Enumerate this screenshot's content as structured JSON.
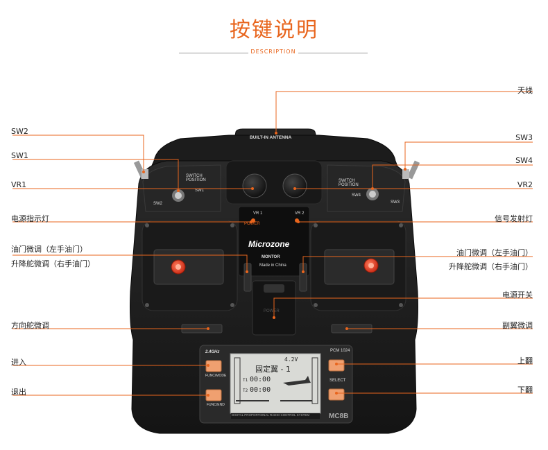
{
  "header": {
    "title_light": "按键",
    "title_bold": "说明",
    "subtitle": "DESCRIPTION"
  },
  "labels": {
    "antenna": "天线",
    "sw2": "SW2",
    "sw1": "SW1",
    "sw3": "SW3",
    "sw4": "SW4",
    "vr1": "VR1",
    "vr2": "VR2",
    "power_led": "电源指示灯",
    "signal_led": "信号发射灯",
    "throttle_trim_left": "油门微调（左手油门）",
    "elevator_trim_right": "升降舵微调（右手油门）",
    "throttle_trim_right": "油门微调（左手油门）",
    "elevator_trim_left": "升降舵微调（右手油门）",
    "power_switch": "电源开关",
    "rudder_trim": "方向舵微调",
    "aileron_trim": "副翼微调",
    "enter": "进入",
    "page_up": "上翻",
    "exit": "退出",
    "page_down": "下翻"
  },
  "device": {
    "antenna_label": "BUILT-IN ANTENNA",
    "switch_position": "SWITCH\nPOSITION",
    "sw1": "SW1",
    "sw2": "SW2",
    "sw3": "SW3",
    "sw4": "SW4",
    "vr1": "VR 1",
    "vr2": "VR 2",
    "power": "POWER",
    "brand": "Microzone",
    "monitor": "MONTOR",
    "made_in": "Made in China",
    "power_switch": "POWER",
    "ghz": "2.4GHz",
    "pcm": "PCM 1024",
    "func_mode": "FUNC/MODE",
    "func_end": "FUNC/END",
    "select": "SELECT",
    "bottom_band": "DIGITAL PROPORTIONAL RADIO CONTROL SYSTEM",
    "model": "MC8B",
    "lcd": {
      "voltage": "4.2V",
      "mode": "固定翼 - 1",
      "t1": "T1",
      "t2": "T2",
      "timer1": "00:00",
      "timer2": "00:00"
    }
  },
  "colors": {
    "accent": "#e8651d",
    "body": "#1e1e1e",
    "button": "#f0a070"
  }
}
